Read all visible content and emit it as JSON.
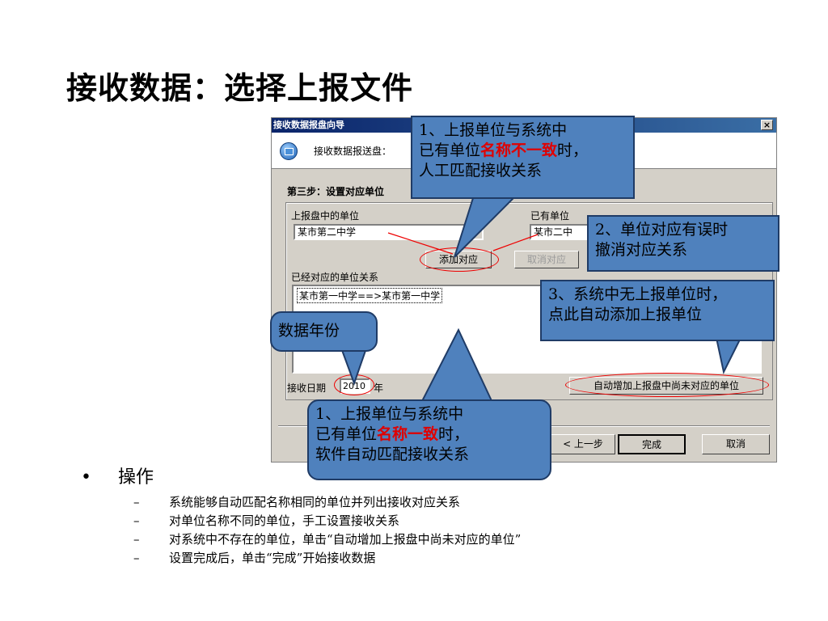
{
  "slide": {
    "title": "接收数据：选择上报文件"
  },
  "dialog": {
    "title": "接收数据报盘向导",
    "close": "×",
    "header_text": "接收数据报送盘：",
    "step_title": "第三步：设置对应单位",
    "reported_units_label": "上报盘中的单位",
    "reported_unit_value": "某市第二中学",
    "existing_units_label": "已有单位",
    "existing_unit_value": "某市二中",
    "add_mapping_button": "添加对应",
    "cancel_mapping_button": "取消对应",
    "mapped_relations_label": "已经对应的单位关系",
    "mapped_relations": [
      "某市第一中学==>某市第一中学"
    ],
    "receive_date_label": "接收日期",
    "year_value": "2010",
    "year_unit": "年",
    "auto_add_button": "自动增加上报盘中尚未对应的单位",
    "prev_button": "< 上一步",
    "finish_button": "完成",
    "cancel_button": "取消"
  },
  "callouts": {
    "c1": {
      "line1": "1、上报单位与系统中",
      "line2_pre": "已有单位",
      "line2_hl": "名称不一致",
      "line2_post": "时，",
      "line3": "人工匹配接收关系"
    },
    "c2": {
      "line1": "2、单位对应有误时",
      "line2": "撤消对应关系"
    },
    "c3": {
      "line1": "3、系统中无上报单位时，",
      "line2": "点此自动添加上报单位"
    },
    "c4": {
      "text": "数据年份"
    },
    "c5": {
      "line1": "1、上报单位与系统中",
      "line2_pre": "已有单位",
      "line2_hl": "名称一致",
      "line2_post": "时，",
      "line3": "软件自动匹配接收关系"
    }
  },
  "bullets": {
    "main": "操作",
    "main_marker": "•",
    "sub_marker": "–",
    "items": [
      "系统能够自动匹配名称相同的单位并列出接收对应关系",
      "对单位名称不同的单位，手工设置接收关系",
      "对系统中不存在的单位，单击“自动增加上报盘中尚未对应的单位”",
      "设置完成后，单击“完成”开始接收数据"
    ]
  },
  "colors": {
    "callout_fill": "#4f81bd",
    "highlight_red": "#e00000",
    "titlebar": "#0a246a"
  }
}
